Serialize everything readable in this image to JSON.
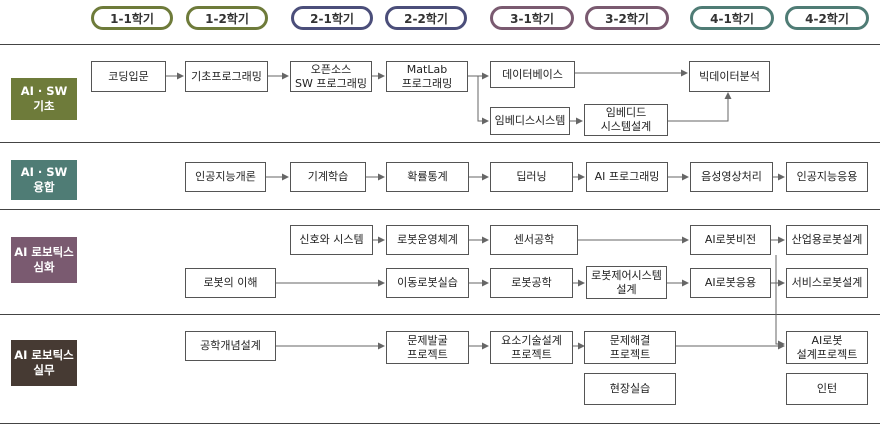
{
  "colors": {
    "basic": "#6e7b3a",
    "fusion": "#4f7c75",
    "robotics_adv": "#7a5a70",
    "robotics_prac": "#463a33",
    "sem1": "#6e7b3a",
    "sem2": "#4b4e7a",
    "sem3": "#7a5a70",
    "sem4": "#4f7c75",
    "line": "#666666"
  },
  "semesters": [
    "1-1학기",
    "1-2학기",
    "2-1학기",
    "2-2학기",
    "3-1학기",
    "3-2학기",
    "4-1학기",
    "4-2학기"
  ],
  "categories": [
    "AI · SW\n기초",
    "AI · SW\n융합",
    "AI 로보틱스\n심화",
    "AI 로보틱스\n실무"
  ],
  "courses": {
    "b1": "코딩입문",
    "b2": "기초프로그래밍",
    "b3": "오픈소스\nSW 프로그래밍",
    "b4": "MatLab\n프로그래밍",
    "b5": "데이터베이스",
    "b6": "빅데이터분석",
    "b7": "임베디스시스템",
    "b8": "임베디드\n시스템설계",
    "f1": "인공지능개론",
    "f2": "기계학습",
    "f3": "확률통계",
    "f4": "딥러닝",
    "f5": "AI 프로그래밍",
    "f6": "음성영상처리",
    "f7": "인공지능응용",
    "r1": "신호와 시스템",
    "r2": "로봇운영체계",
    "r3": "센서공학",
    "r4": "AI로봇비전",
    "r5": "산업용로봇설계",
    "r6": "로봇의 이해",
    "r7": "이동로봇실습",
    "r8": "로봇공학",
    "r9": "로봇제어시스템\n설계",
    "r10": "AI로봇응용",
    "r11": "서비스로봇설계",
    "p1": "공학개념설계",
    "p2": "문제발굴\n프로젝트",
    "p3": "요소기술설계\n프로젝트",
    "p4": "문제해결\n프로젝트",
    "p5": "AI로봇\n설계프로젝트",
    "p6": "현장실습",
    "p7": "인턴"
  }
}
